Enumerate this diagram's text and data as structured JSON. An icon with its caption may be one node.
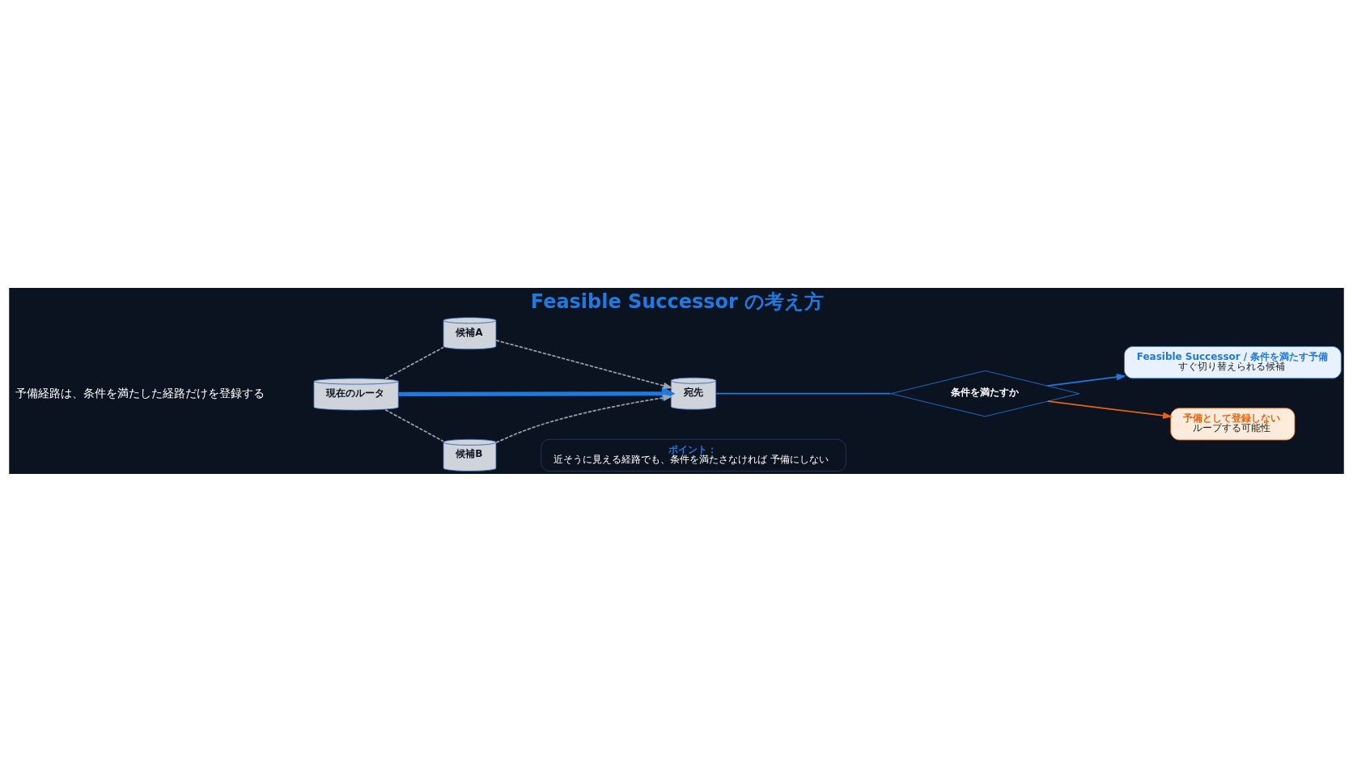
{
  "diagram": {
    "title": "Feasible Successor の考え方",
    "nodes": [
      {
        "text": [
          "現在のルータ"
        ]
      },
      {
        "text": [
          "候補A"
        ]
      },
      {
        "text": [
          "宛先"
        ]
      },
      {
        "text": [
          "候補B"
        ]
      },
      {
        "text": [
          "条件を満たすか"
        ]
      },
      {
        "text": [
          "Feasible Successor / 条件を満たす予備",
          "すぐ切り替えられる候補"
        ]
      },
      {
        "text": [
          "予備として登録しない",
          "ループする可能性"
        ]
      },
      {
        "text": [
          "ポイント：",
          "近そうに見える経路でも、条件を満たさなければ 予備にしない"
        ]
      }
    ],
    "edges": [
      {
        "from": 0,
        "to": 1,
        "arrow": "none",
        "style": "dashed",
        "color": "#9ca3af"
      },
      {
        "from": 0,
        "to": 2,
        "arrow": "to",
        "style": "thick",
        "color": "#1f7ae0"
      },
      {
        "from": 0,
        "to": 3,
        "arrow": "none",
        "style": "dashed",
        "color": "#9ca3af"
      },
      {
        "from": 1,
        "to": 2,
        "arrow": "to",
        "style": "dashed",
        "color": "#9ca3af"
      },
      {
        "from": 3,
        "to": 2,
        "arrow": "to",
        "style": "dashed",
        "color": "#9ca3af"
      },
      {
        "from": 2,
        "to": 4,
        "arrow": "none",
        "color": "#1f7ae0"
      },
      {
        "from": 4,
        "to": 5,
        "arrow": "to",
        "color": "#1f7ae0"
      },
      {
        "from": 4,
        "to": 6,
        "arrow": "to",
        "color": "#e8650f"
      }
    ],
    "labels": [
      "予備経路は、条件を満たした経路だけを登録する"
    ]
  }
}
